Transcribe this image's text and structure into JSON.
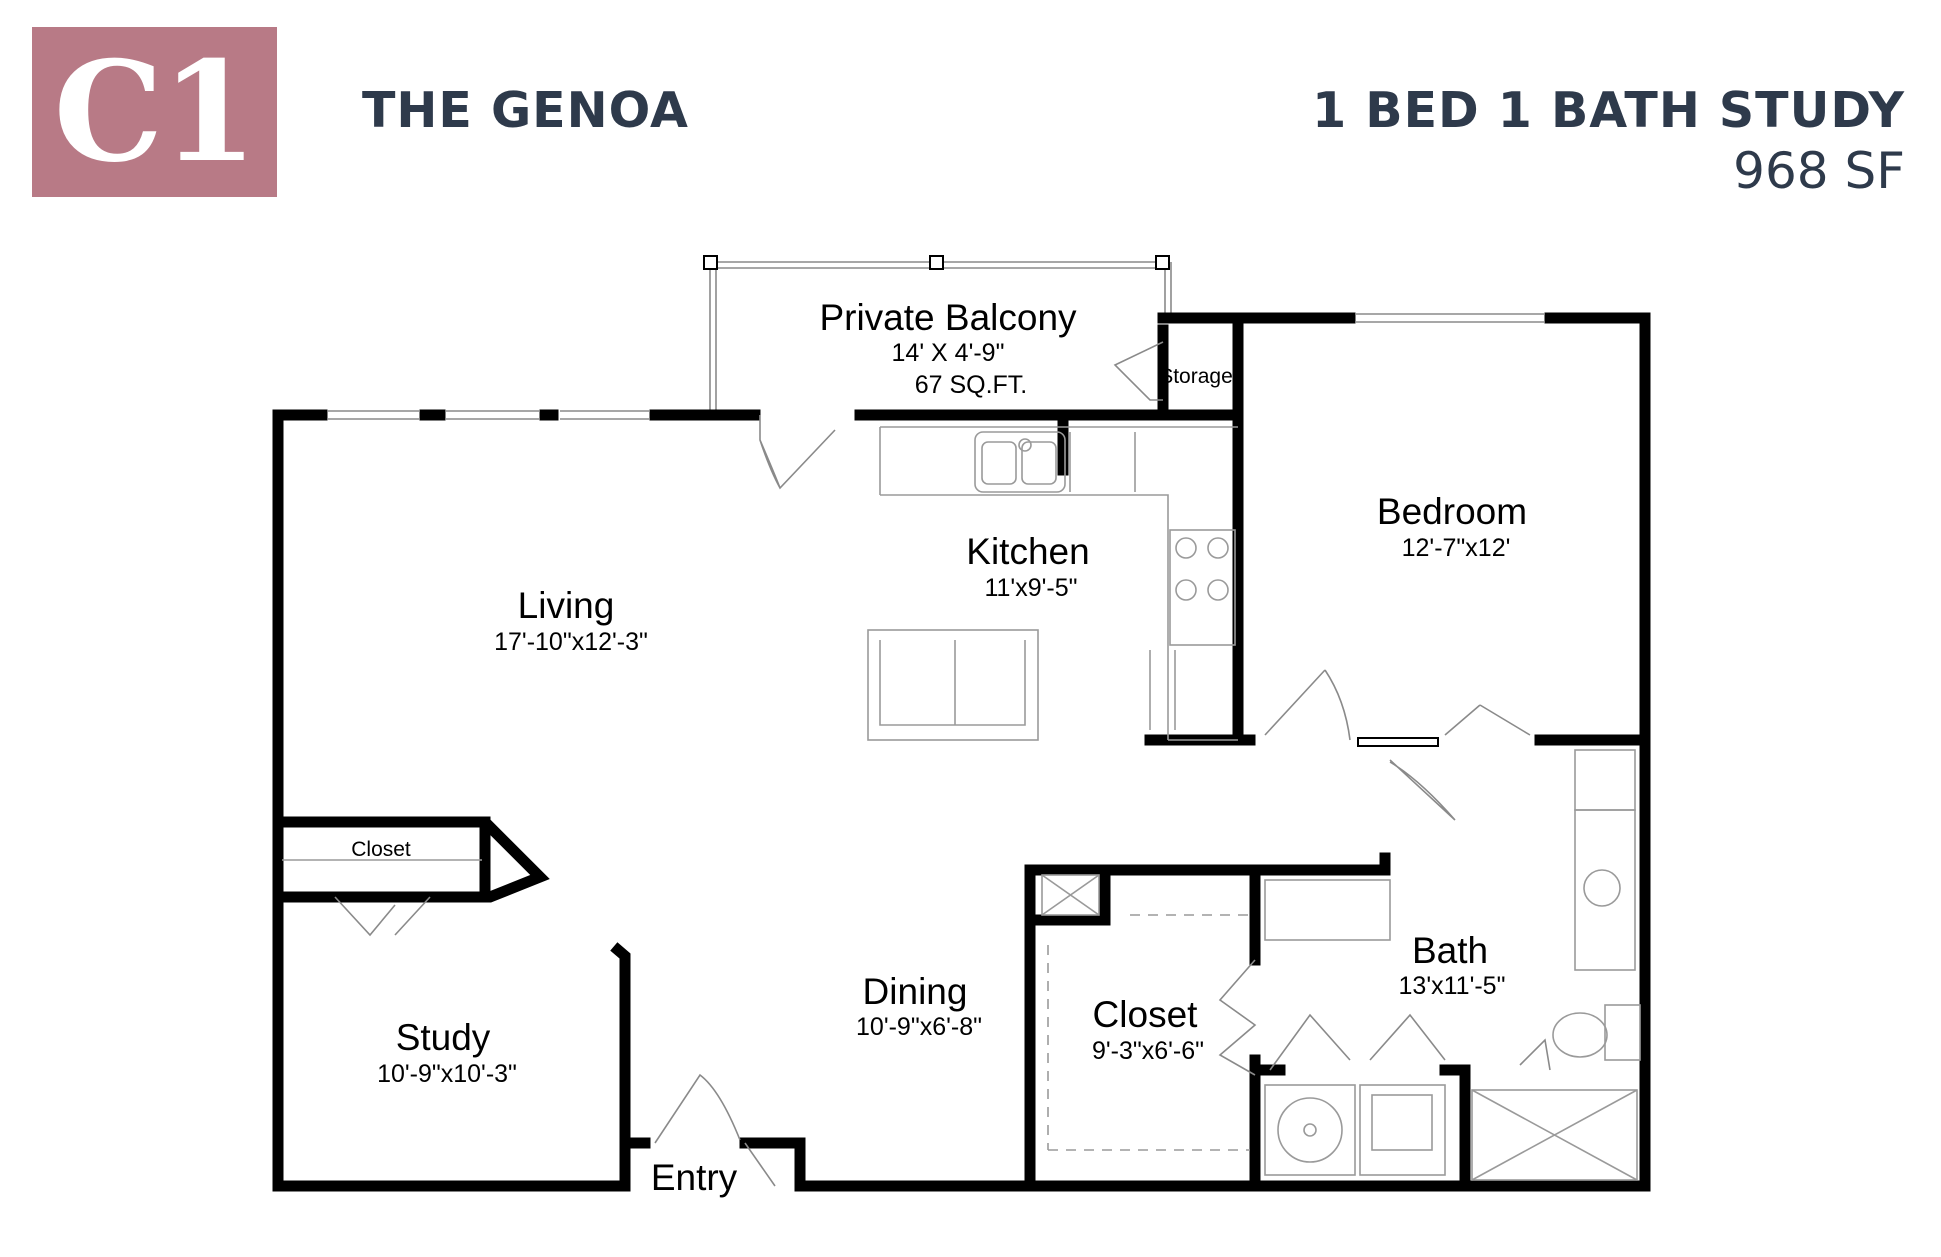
{
  "header": {
    "plan_code": "C1",
    "plan_name": "THE GENOA",
    "unit_type": "1 BED 1 BATH STUDY",
    "area": "968 SF",
    "badge_color": "#b87a86",
    "text_color": "#2e3a4b"
  },
  "rooms": {
    "balcony": {
      "name": "Private Balcony",
      "dims": "14' X 4'-9\"",
      "area": "67 SQ.FT."
    },
    "storage": {
      "name": "Storage"
    },
    "kitchen": {
      "name": "Kitchen",
      "dims": "11'x9'-5\""
    },
    "bedroom": {
      "name": "Bedroom",
      "dims": "12'-7\"x12'"
    },
    "living": {
      "name": "Living",
      "dims": "17'-10\"x12'-3\""
    },
    "study_closet": {
      "name": "Closet"
    },
    "study": {
      "name": "Study",
      "dims": "10'-9\"x10'-3\""
    },
    "dining": {
      "name": "Dining",
      "dims": "10'-9\"x6'-8\""
    },
    "walk_in_closet": {
      "name": "Closet",
      "dims": "9'-3\"x6'-6\""
    },
    "bath": {
      "name": "Bath",
      "dims": "13'x11'-5\""
    },
    "entry": {
      "name": "Entry"
    }
  }
}
